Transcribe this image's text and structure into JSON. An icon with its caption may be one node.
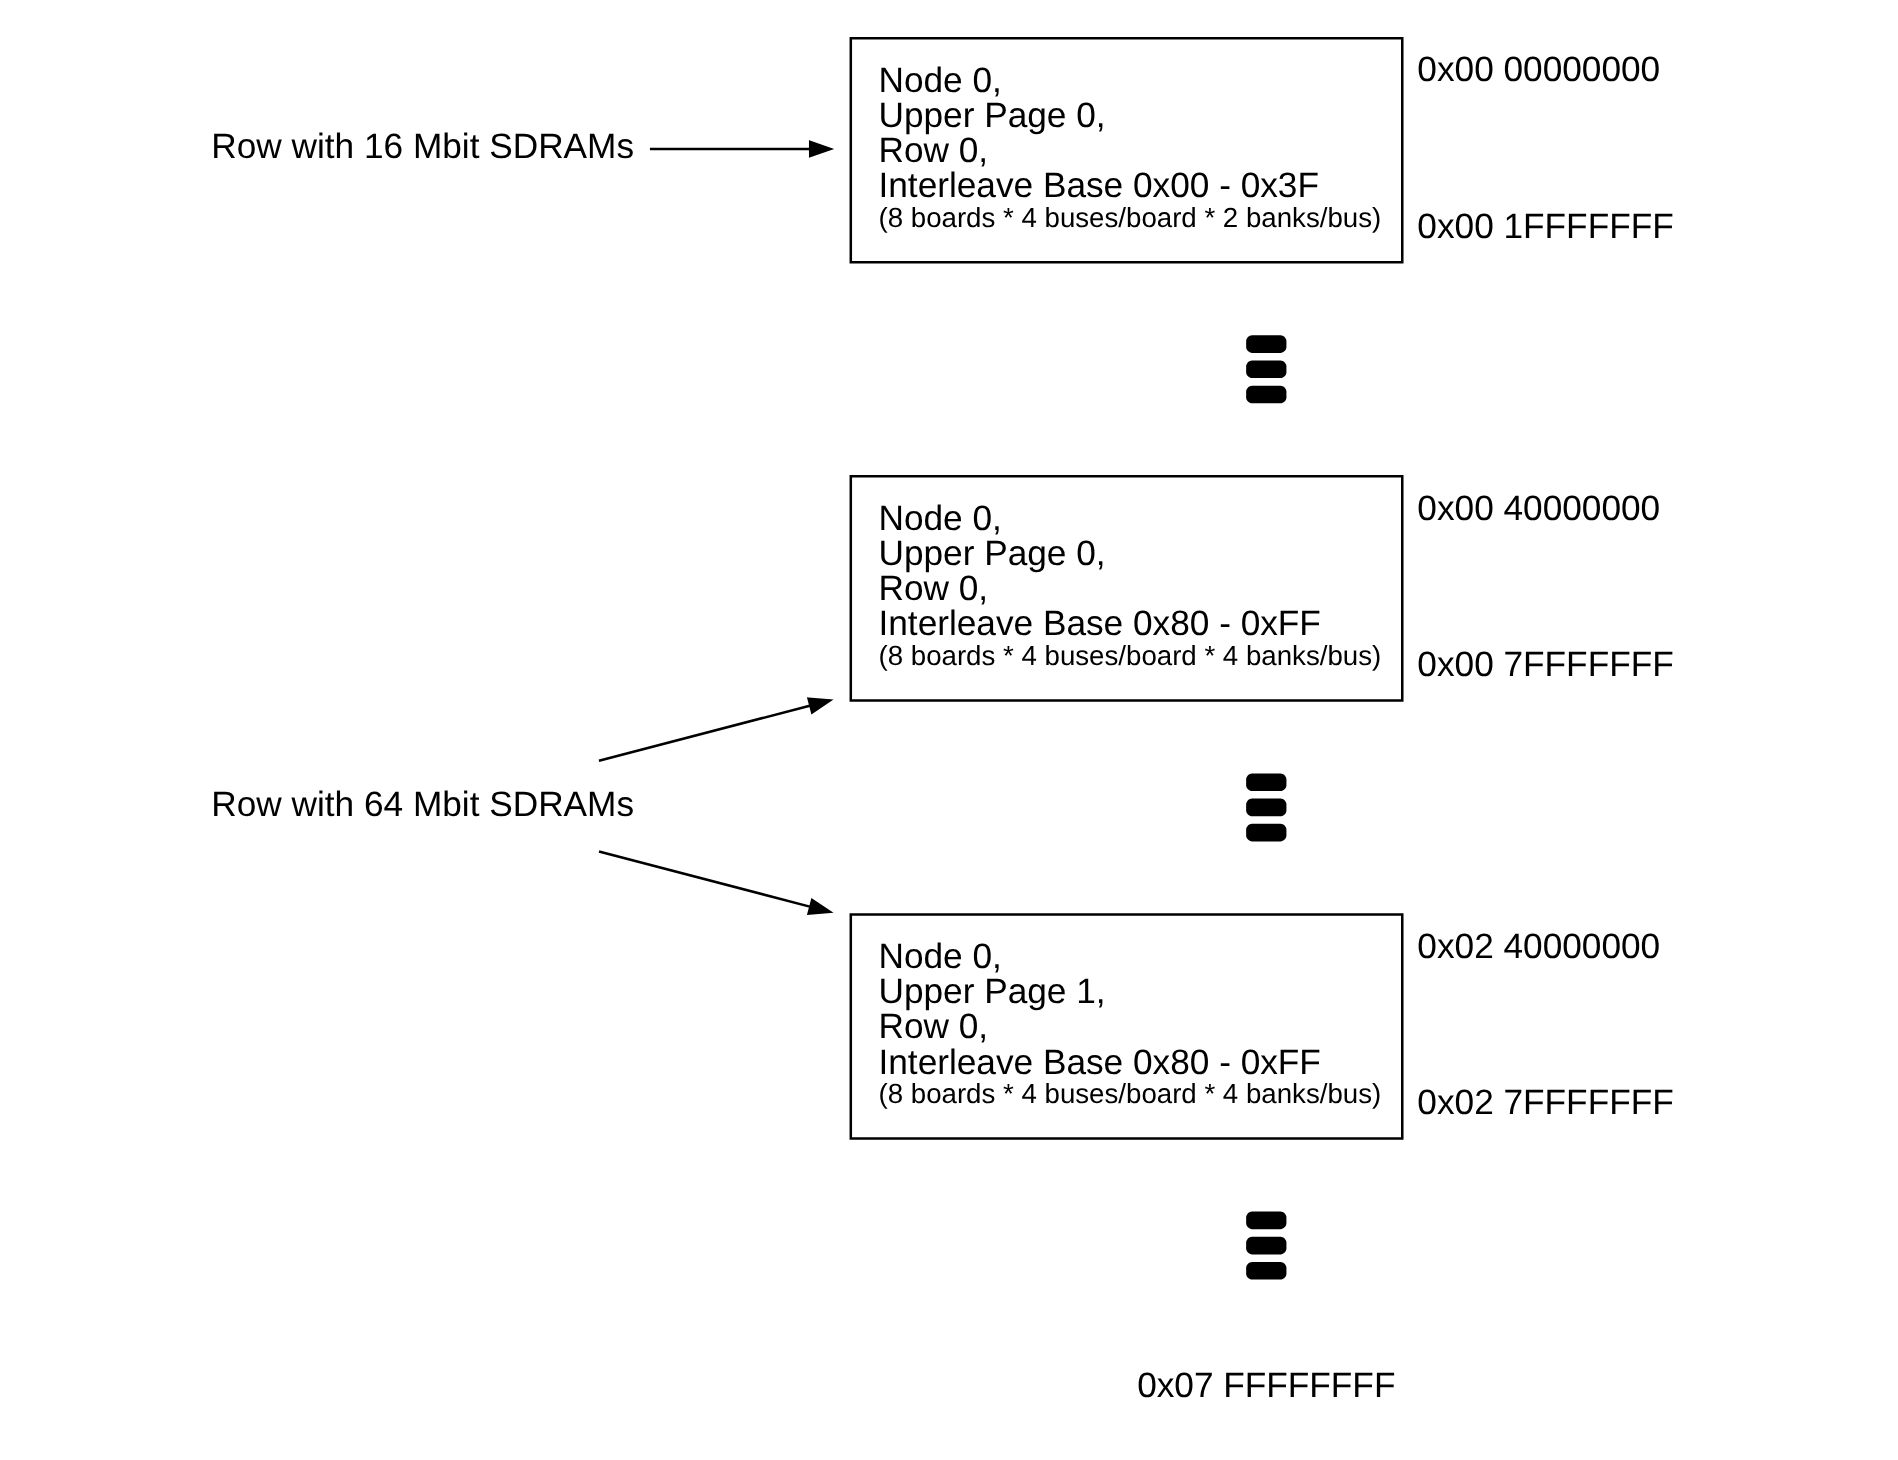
{
  "diagram": {
    "nodes": [
      {
        "text": [
          "Row with 16 Mbit SDRAMs"
        ]
      },
      {
        "text": [
          "Node 0, Upper Page 0, Row 0, Interleave Base 0x00 - 0x3F",
          "(8 boards * 4 buses/board * 2 banks/bus)"
        ],
        "beside": [
          "0x00 00000000",
          "0x00 1FFFFFFF"
        ]
      },
      {
        "text": [
          "Row with 64 Mbit SDRAMs"
        ]
      },
      {
        "text": [
          "Node 0, Upper Page 0, Row 0, Interleave Base 0x80 - 0xFF",
          "(8 boards * 4 buses/board * 4 banks/bus)"
        ],
        "beside": [
          "0x00 40000000",
          "0x00 7FFFFFFF"
        ]
      },
      {
        "text": [
          "Node 0, Upper Page 1, Row 0, Interleave Base 0x80 - 0xFF",
          "(8 boards * 4 buses/board * 4 banks/bus)"
        ],
        "beside": [
          "0x02 40000000",
          "0x02 7FFFFFFF"
        ]
      }
    ],
    "edges": [
      {
        "from": 0,
        "to": 1,
        "arrow": "to"
      },
      {
        "from": 2,
        "to": 3,
        "arrow": "to"
      },
      {
        "from": 2,
        "to": 4,
        "arrow": "to"
      }
    ],
    "labels": [
      "0x07 FFFFFFFF"
    ]
  }
}
